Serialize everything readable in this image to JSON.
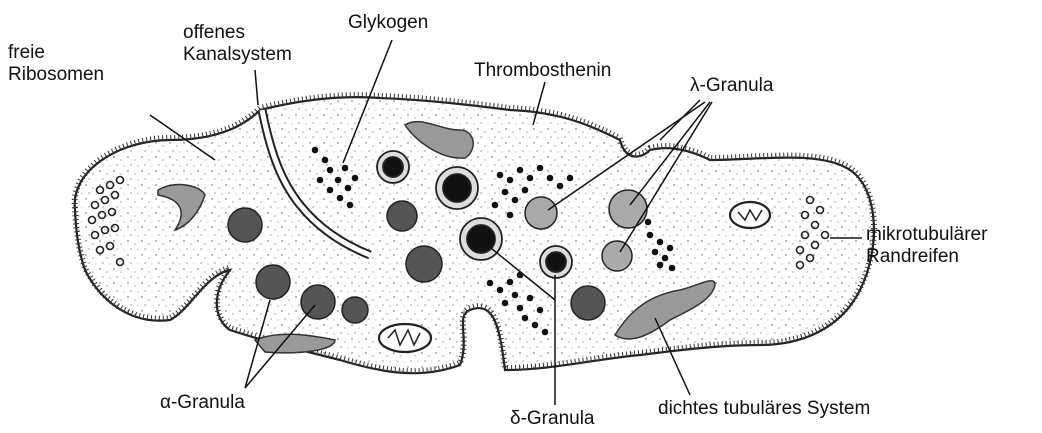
{
  "diagram": {
    "labels": {
      "free_ribosomes": [
        "freie",
        "Ribosomen"
      ],
      "open_canal_system": [
        "offenes",
        "Kanalsystem"
      ],
      "glycogen": "Glykogen",
      "thrombosthenin": "Thrombosthenin",
      "lambda_granules": "λ-Granula",
      "microtubular_ring": [
        "mikrotubulärer",
        "Randreifen"
      ],
      "alpha_granules": "α-Granula",
      "delta_granules": "δ-Granula",
      "dense_tubular_system": "dichtes tubuläres System"
    }
  }
}
